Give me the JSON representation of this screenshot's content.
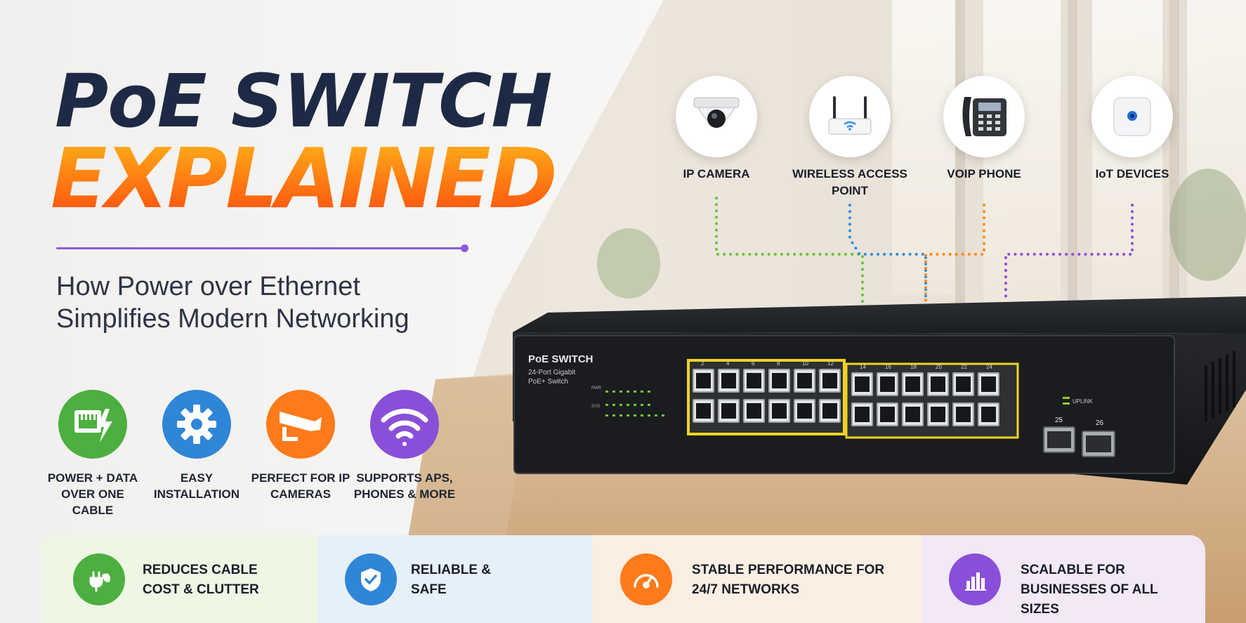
{
  "title_line1": "PoE SWITCH",
  "title_line2": "EXPLAINED",
  "subtitle": "How Power over Ethernet Simplifies Modern Networking",
  "features": [
    {
      "label": "POWER + DATA OVER ONE CABLE",
      "color": "#4caf3f",
      "icon": "ethernet-power-icon"
    },
    {
      "label": "EASY INSTALLATION",
      "color": "#2f86d6",
      "icon": "gear-icon"
    },
    {
      "label": "PERFECT FOR IP CAMERAS",
      "color": "#ff7a1a",
      "icon": "security-camera-icon"
    },
    {
      "label": "SUPPORTS APs, PHONES & MORE",
      "color": "#8a4fd8",
      "icon": "wifi-icon"
    }
  ],
  "devices": [
    {
      "label": "IP CAMERA",
      "icon": "dome-camera-icon",
      "line_color": "#6cbf3b"
    },
    {
      "label": "WIRELESS ACCESS POINT",
      "icon": "router-icon",
      "line_color": "#2f8ee0"
    },
    {
      "label": "VOIP PHONE",
      "icon": "desk-phone-icon",
      "line_color": "#ff8a1a"
    },
    {
      "label": "IoT DEVICES",
      "icon": "iot-sensor-icon",
      "line_color": "#8a4fd8"
    }
  ],
  "switch": {
    "brand": "PoE SWITCH",
    "model_line1": "24-Port Gigabit",
    "model_line2": "PoE+ Switch",
    "uplink_label": "UPLINK",
    "sfp_port_labels": [
      "25",
      "26"
    ],
    "top_port_numbers": [
      "2",
      "4",
      "6",
      "8",
      "10",
      "12",
      "14",
      "16",
      "18",
      "20",
      "22",
      "24"
    ],
    "led_labels": [
      "PWR",
      "SYS"
    ]
  },
  "benefits": [
    {
      "text": "REDUCES CABLE COST & CLUTTER",
      "color": "#4caf3f",
      "icon": "eco-plug-icon",
      "bg": "#eef6e4"
    },
    {
      "text": "RELIABLE & SAFE",
      "color": "#2f86d6",
      "icon": "shield-icon",
      "bg": "#e6f0f8"
    },
    {
      "text": "STABLE PERFORMANCE FOR 24/7 NETWORKS",
      "color": "#ff7a1a",
      "icon": "speedometer-icon",
      "bg": "#fbeee2"
    },
    {
      "text": "SCALABLE FOR BUSINESSES OF ALL SIZES",
      "color": "#8a4fd8",
      "icon": "bar-chart-icon",
      "bg": "#f2e8f6"
    }
  ]
}
